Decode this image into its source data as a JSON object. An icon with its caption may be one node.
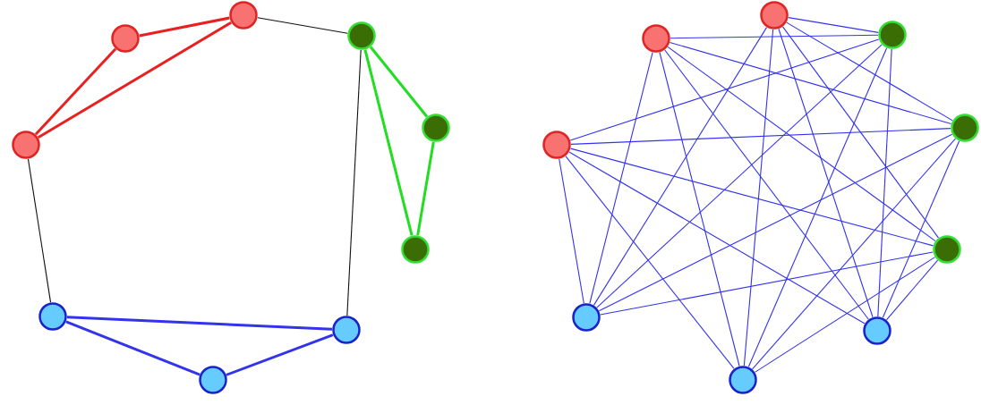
{
  "diagram": {
    "nodes": [
      {
        "text": [],
        "shape": "circle"
      },
      {
        "text": [],
        "shape": "circle"
      },
      {
        "text": [],
        "shape": "circle"
      },
      {
        "text": [],
        "shape": "circle"
      },
      {
        "text": [],
        "shape": "circle"
      },
      {
        "text": [],
        "shape": "circle"
      },
      {
        "text": [],
        "shape": "circle"
      },
      {
        "text": [],
        "shape": "circle"
      },
      {
        "text": [],
        "shape": "circle"
      },
      {
        "text": [],
        "shape": "circle"
      },
      {
        "text": [],
        "shape": "circle"
      },
      {
        "text": [],
        "shape": "circle"
      },
      {
        "text": [],
        "shape": "circle"
      },
      {
        "text": [],
        "shape": "circle"
      },
      {
        "text": [],
        "shape": "circle"
      },
      {
        "text": [],
        "shape": "circle"
      },
      {
        "text": [],
        "shape": "circle"
      },
      {
        "text": [],
        "shape": "circle"
      }
    ],
    "edges": [
      {
        "from": 0,
        "to": 1,
        "arrow": "none",
        "style": "thick",
        "color": "#e82020"
      },
      {
        "from": 2,
        "to": 0,
        "arrow": "none",
        "style": "thick",
        "color": "#e82020"
      },
      {
        "from": 2,
        "to": 1,
        "arrow": "none",
        "style": "thick",
        "color": "#e82020"
      },
      {
        "from": 1,
        "to": 3,
        "arrow": "none",
        "color": "#111111"
      },
      {
        "from": 2,
        "to": 6,
        "arrow": "none",
        "color": "#111111"
      },
      {
        "from": 3,
        "to": 8,
        "arrow": "none",
        "color": "#111111"
      },
      {
        "from": 3,
        "to": 4,
        "arrow": "none",
        "style": "thick",
        "color": "#22dd22"
      },
      {
        "from": 4,
        "to": 5,
        "arrow": "none",
        "style": "thick",
        "color": "#22dd22"
      },
      {
        "from": 3,
        "to": 5,
        "arrow": "none",
        "style": "thick",
        "color": "#22dd22"
      },
      {
        "from": 6,
        "to": 8,
        "arrow": "none",
        "style": "thick"
      },
      {
        "from": 6,
        "to": 7,
        "arrow": "none",
        "style": "thick"
      },
      {
        "from": 7,
        "to": 8,
        "arrow": "none",
        "style": "thick"
      },
      {
        "from": 9,
        "to": 12,
        "arrow": "none"
      },
      {
        "from": 9,
        "to": 13,
        "arrow": "none"
      },
      {
        "from": 9,
        "to": 14,
        "arrow": "none"
      },
      {
        "from": 10,
        "to": 12,
        "arrow": "none"
      },
      {
        "from": 10,
        "to": 13,
        "arrow": "none"
      },
      {
        "from": 10,
        "to": 14,
        "arrow": "none"
      },
      {
        "from": 11,
        "to": 12,
        "arrow": "none"
      },
      {
        "from": 11,
        "to": 13,
        "arrow": "none"
      },
      {
        "from": 11,
        "to": 14,
        "arrow": "none"
      },
      {
        "from": 9,
        "to": 15,
        "arrow": "none"
      },
      {
        "from": 9,
        "to": 16,
        "arrow": "none"
      },
      {
        "from": 9,
        "to": 17,
        "arrow": "none"
      },
      {
        "from": 10,
        "to": 15,
        "arrow": "none"
      },
      {
        "from": 10,
        "to": 16,
        "arrow": "none"
      },
      {
        "from": 10,
        "to": 17,
        "arrow": "none"
      },
      {
        "from": 11,
        "to": 15,
        "arrow": "none"
      },
      {
        "from": 11,
        "to": 16,
        "arrow": "none"
      },
      {
        "from": 11,
        "to": 17,
        "arrow": "none"
      },
      {
        "from": 12,
        "to": 15,
        "arrow": "none"
      },
      {
        "from": 12,
        "to": 16,
        "arrow": "none"
      },
      {
        "from": 12,
        "to": 17,
        "arrow": "none"
      },
      {
        "from": 13,
        "to": 15,
        "arrow": "none"
      },
      {
        "from": 13,
        "to": 16,
        "arrow": "none"
      },
      {
        "from": 13,
        "to": 17,
        "arrow": "none"
      },
      {
        "from": 14,
        "to": 15,
        "arrow": "none"
      },
      {
        "from": 14,
        "to": 16,
        "arrow": "none"
      },
      {
        "from": 14,
        "to": 17,
        "arrow": "none"
      }
    ]
  }
}
